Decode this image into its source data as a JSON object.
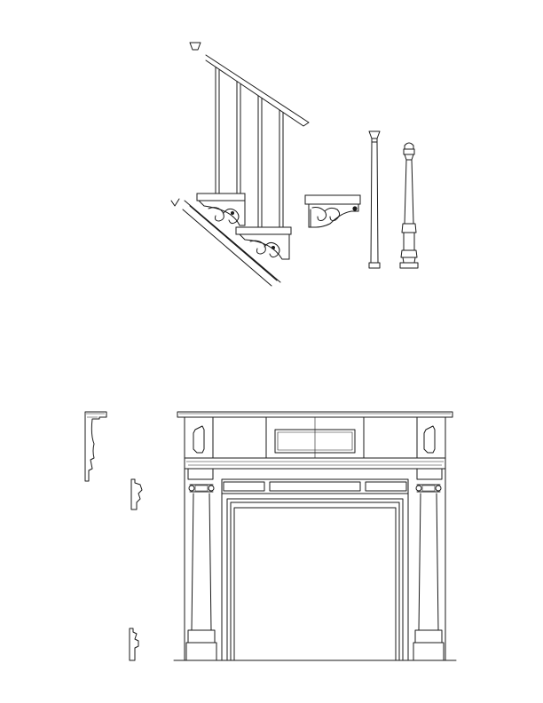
{
  "sheet": {
    "background": "#ffffff",
    "line_color": "#1a1a1a"
  },
  "drawings": [
    {
      "id": "stair-railing",
      "icon": "stair-railing-drawing"
    },
    {
      "id": "bracket-detail",
      "icon": "stair-bracket-drawing"
    },
    {
      "id": "plain-baluster",
      "icon": "baluster-drawing"
    },
    {
      "id": "newel-post",
      "icon": "newel-post-drawing"
    },
    {
      "id": "mantel-cornice-profile",
      "icon": "molding-profile-drawing"
    },
    {
      "id": "mantel-bed-profile",
      "icon": "molding-profile-drawing"
    },
    {
      "id": "mantel-base-profile",
      "icon": "molding-profile-drawing"
    },
    {
      "id": "fireplace-mantel",
      "icon": "fireplace-mantel-drawing"
    }
  ]
}
